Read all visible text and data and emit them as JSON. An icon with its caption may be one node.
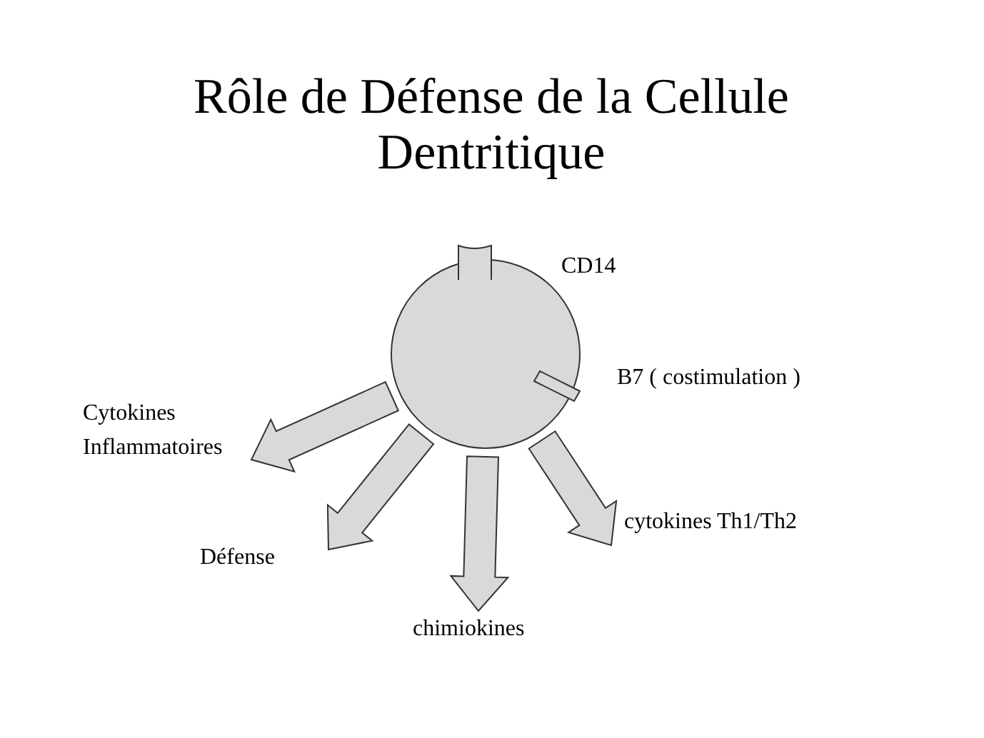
{
  "diagram": {
    "title": "Rôle de Défense de la Cellule Dentritique",
    "nodes": [
      {
        "text": [],
        "shape": "circle"
      },
      {
        "text": [
          "Cytokines Inflammatoires"
        ]
      },
      {
        "text": [
          "Défense"
        ]
      },
      {
        "text": [
          "chimiokines"
        ]
      },
      {
        "text": [
          "cytokines Th1/Th2"
        ]
      }
    ],
    "edges": [
      {
        "from": 0,
        "to": 1,
        "arrow": "to",
        "style": "thick"
      },
      {
        "from": 0,
        "to": 2,
        "arrow": "to",
        "style": "thick"
      },
      {
        "from": 0,
        "to": 3,
        "arrow": "to",
        "style": "thick"
      },
      {
        "from": 0,
        "to": 4,
        "arrow": "to",
        "style": "thick"
      }
    ],
    "labels": [
      "CD14",
      "B7  ( costimulation )"
    ]
  }
}
